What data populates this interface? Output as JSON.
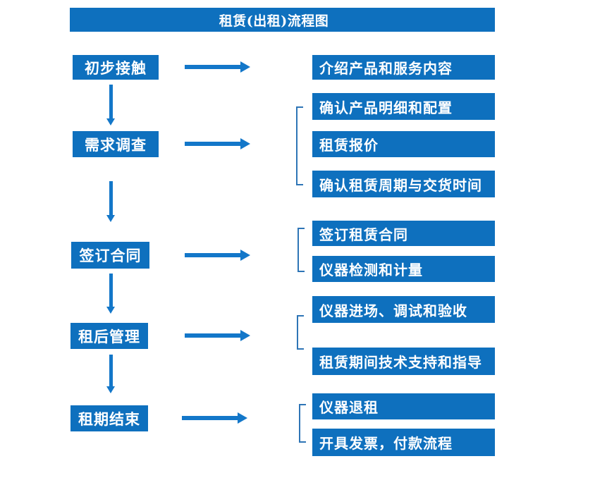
{
  "title": "租赁(出租)流程图",
  "colors": {
    "box": "#0e70be",
    "arrow": "#1377c9",
    "bracket": "#2e75b6",
    "text": "#ffffff"
  },
  "stages": [
    {
      "label": "初步接触"
    },
    {
      "label": "需求调查"
    },
    {
      "label": "签订合同"
    },
    {
      "label": "租后管理"
    },
    {
      "label": "租期结束"
    }
  ],
  "details": [
    {
      "label": "介绍产品和服务内容"
    },
    {
      "label": "确认产品明细和配置"
    },
    {
      "label": "租赁报价"
    },
    {
      "label": "确认租赁周期与交货时间"
    },
    {
      "label": "签订租赁合同"
    },
    {
      "label": "仪器检测和计量"
    },
    {
      "label": "仪器进场、调试和验收"
    },
    {
      "label": "租赁期间技术支持和指导"
    },
    {
      "label": "仪器退租"
    },
    {
      "label": "开具发票，付款流程"
    }
  ]
}
